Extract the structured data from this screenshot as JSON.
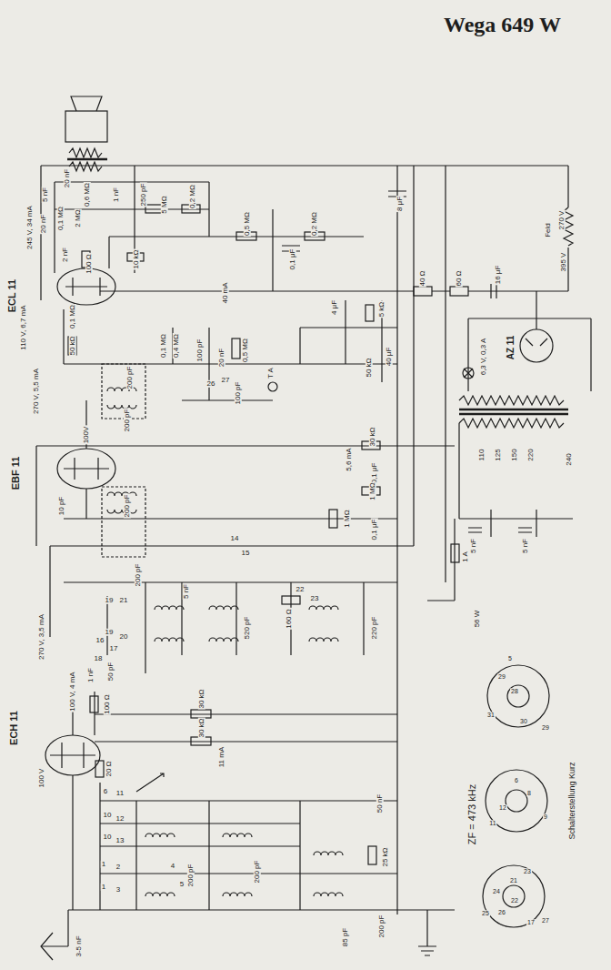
{
  "diagram": {
    "title": "Wega 649 W",
    "labels": [
      "20 nF",
      "5 nF",
      "0,6 MΩ",
      "1 nF",
      "250 pF",
      "5 MΩ",
      "0,2 MΩ",
      "0,1 MΩ",
      "2 MΩ",
      "20 nF",
      "245 V, 34 mA",
      "0,5 MΩ",
      "0,2 MΩ",
      "8 μF",
      "Feld",
      "270 V",
      "395 V",
      "2 nF",
      "100 Ω",
      "10 kΩ",
      "0,1 μF",
      "40 mA",
      "40 Ω",
      "60 Ω",
      "16 μF",
      "ECL 11",
      "110 V, 6,7 mA",
      "0,1 MΩ",
      "4 μF",
      "5 kΩ",
      "AZ 11",
      "50 kΩ",
      "0,1 MΩ",
      "0,4 MΩ",
      "100 pF",
      "20 nF",
      "0,5 MΩ",
      "40 μF",
      "50 kΩ",
      "6,3 V, 0,3 A",
      "T A",
      "26",
      "27",
      "100 pF",
      "200 pF",
      "270 V, 5,5 mA",
      "110",
      "125",
      "150",
      "220",
      "240",
      "200 pF",
      "100V",
      "EBF 11",
      "30 kΩ",
      "0,1 μF",
      "5,6 mA",
      "10 pF",
      "200 pF",
      "1 MΩ",
      "1 MΩ",
      "0,1 μF",
      "5 nF",
      "5 nF",
      "14",
      "15",
      "1 A",
      "56 W",
      "200 pF",
      "5 nF",
      "19",
      "21",
      "22",
      "23",
      "160 Ω",
      "520 pF",
      "220 pF",
      "19",
      "20",
      "16",
      "17",
      "18",
      "50 pF",
      "270 V, 3,5 mA",
      "100 V, 4 mA",
      "1 nF",
      "100 Ω",
      "30 kΩ",
      "30 kΩ",
      "11 mA",
      "ECH 11",
      "100 V",
      "20 Ω",
      "6",
      "11",
      "10",
      "12",
      "10",
      "13",
      "1",
      "2",
      "4",
      "5",
      "1",
      "3",
      "50 nF",
      "25 kΩ",
      "200 pF",
      "200 pF",
      "200 pF",
      "85 pF",
      "3-5 nF",
      "ZF = 473 kHz",
      "Schalterstellung Kurz",
      "5",
      "29",
      "28",
      "31",
      "30",
      "29",
      "11",
      "12",
      "6",
      "8",
      "9",
      "25",
      "24",
      "21",
      "22",
      "23",
      "26",
      "27",
      "17"
    ]
  }
}
